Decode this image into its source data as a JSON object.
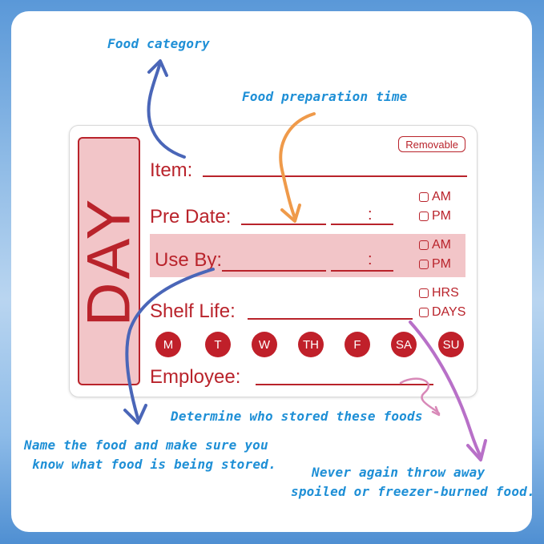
{
  "annotations": {
    "food_category": "Food category",
    "prep_time": "Food preparation time",
    "who_stored": "Determine who stored these foods",
    "name_food_1": "Name the food and make sure you",
    "name_food_2": "know what food is being stored.",
    "never_again_1": "Never again throw away",
    "never_again_2": "spoiled or freezer-burned food."
  },
  "label": {
    "day": "DAY",
    "removable": "Removable",
    "item": "Item:",
    "pre_date": "Pre Date:",
    "use_by": "Use By:",
    "shelf_life": "Shelf Life:",
    "employee": "Employee:",
    "colon": ":",
    "am": "AM",
    "pm": "PM",
    "hrs": "HRS",
    "days": "DAYS",
    "weekdays": [
      "M",
      "T",
      "W",
      "TH",
      "F",
      "SA",
      "SU"
    ]
  },
  "colors": {
    "label_red": "#b9232b",
    "label_pink": "#f2c5c8",
    "annotation_blue": "#1e8fd6",
    "arrow_blue": "#4a66b8",
    "arrow_orange": "#ef9a4a",
    "arrow_purple": "#b870c8",
    "arrow_pink": "#d889b8"
  }
}
